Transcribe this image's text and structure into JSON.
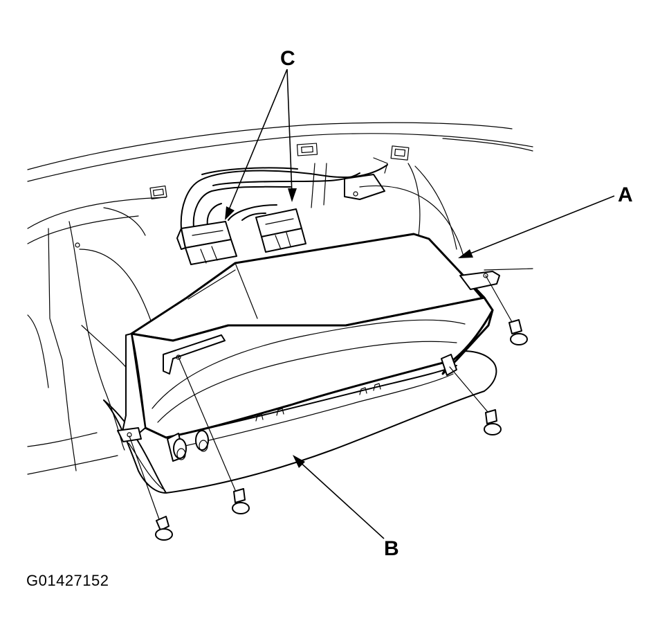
{
  "callouts": {
    "a": "A",
    "b": "B",
    "c": "C"
  },
  "figure_code": "G01427152"
}
